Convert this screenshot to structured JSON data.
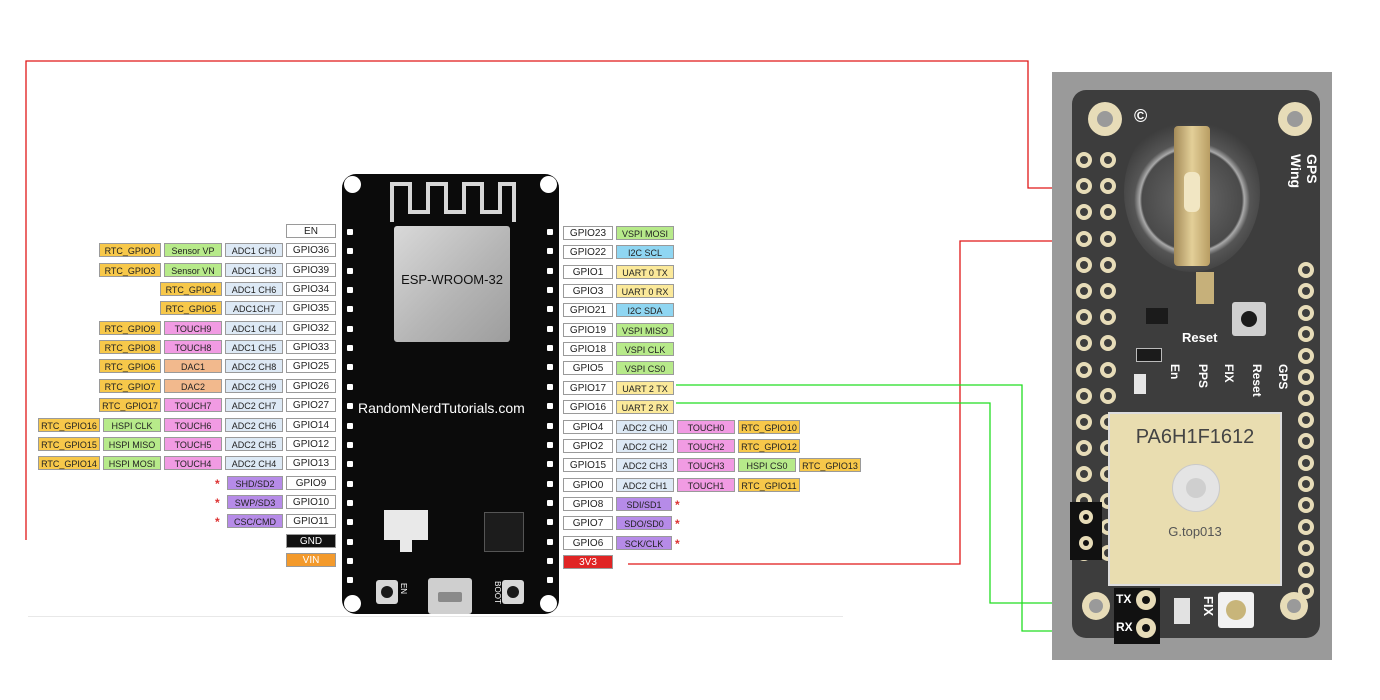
{
  "esp32": {
    "module_name": "ESP-WROOM-32",
    "site": "RandomNerdTutorials.com",
    "button_en": "EN",
    "button_boot": "BOOT"
  },
  "left_pins": [
    {
      "pin": "EN",
      "labels": []
    },
    {
      "pin": "GPIO36",
      "labels": [
        {
          "t": "ADC1 CH0",
          "k": "adc"
        },
        {
          "t": "Sensor VP",
          "k": "green"
        },
        {
          "t": "RTC_GPIO0",
          "k": "rtc"
        }
      ]
    },
    {
      "pin": "GPIO39",
      "labels": [
        {
          "t": "ADC1 CH3",
          "k": "adc"
        },
        {
          "t": "Sensor VN",
          "k": "green"
        },
        {
          "t": "RTC_GPIO3",
          "k": "rtc"
        }
      ]
    },
    {
      "pin": "GPIO34",
      "labels": [
        {
          "t": "ADC1 CH6",
          "k": "adc"
        },
        {
          "t": "RTC_GPIO4",
          "k": "rtc"
        }
      ]
    },
    {
      "pin": "GPIO35",
      "labels": [
        {
          "t": "ADC1CH7",
          "k": "adc"
        },
        {
          "t": "RTC_GPIO5",
          "k": "rtc"
        }
      ]
    },
    {
      "pin": "GPIO32",
      "labels": [
        {
          "t": "ADC1 CH4",
          "k": "adc"
        },
        {
          "t": "TOUCH9",
          "k": "touch"
        },
        {
          "t": "RTC_GPIO9",
          "k": "rtc"
        }
      ]
    },
    {
      "pin": "GPIO33",
      "labels": [
        {
          "t": "ADC1 CH5",
          "k": "adc"
        },
        {
          "t": "TOUCH8",
          "k": "touch"
        },
        {
          "t": "RTC_GPIO8",
          "k": "rtc"
        }
      ]
    },
    {
      "pin": "GPIO25",
      "labels": [
        {
          "t": "ADC2 CH8",
          "k": "adc"
        },
        {
          "t": "DAC1",
          "k": "dac"
        },
        {
          "t": "RTC_GPIO6",
          "k": "rtc"
        }
      ]
    },
    {
      "pin": "GPIO26",
      "labels": [
        {
          "t": "ADC2 CH9",
          "k": "adc"
        },
        {
          "t": "DAC2",
          "k": "dac"
        },
        {
          "t": "RTC_GPIO7",
          "k": "rtc"
        }
      ]
    },
    {
      "pin": "GPIO27",
      "labels": [
        {
          "t": "ADC2 CH7",
          "k": "adc"
        },
        {
          "t": "TOUCH7",
          "k": "touch"
        },
        {
          "t": "RTC_GPIO17",
          "k": "rtc"
        }
      ]
    },
    {
      "pin": "GPIO14",
      "labels": [
        {
          "t": "ADC2 CH6",
          "k": "adc"
        },
        {
          "t": "TOUCH6",
          "k": "touch"
        },
        {
          "t": "HSPI CLK",
          "k": "green"
        },
        {
          "t": "RTC_GPIO16",
          "k": "rtc"
        }
      ]
    },
    {
      "pin": "GPIO12",
      "labels": [
        {
          "t": "ADC2 CH5",
          "k": "adc"
        },
        {
          "t": "TOUCH5",
          "k": "touch"
        },
        {
          "t": "HSPI MISO",
          "k": "green"
        },
        {
          "t": "RTC_GPIO15",
          "k": "rtc"
        }
      ]
    },
    {
      "pin": "GPIO13",
      "labels": [
        {
          "t": "ADC2 CH4",
          "k": "adc"
        },
        {
          "t": "TOUCH4",
          "k": "touch"
        },
        {
          "t": "HSPI MOSI",
          "k": "green"
        },
        {
          "t": "RTC_GPIO14",
          "k": "rtc"
        }
      ]
    },
    {
      "pin": "GPIO9",
      "labels": [
        {
          "t": "SHD/SD2",
          "k": "flash"
        }
      ],
      "star": true
    },
    {
      "pin": "GPIO10",
      "labels": [
        {
          "t": "SWP/SD3",
          "k": "flash"
        }
      ],
      "star": true
    },
    {
      "pin": "GPIO11",
      "labels": [
        {
          "t": "CSC/CMD",
          "k": "flash"
        }
      ],
      "star": true
    },
    {
      "pin": "GND",
      "labels": [],
      "kind": "gnd"
    },
    {
      "pin": "VIN",
      "labels": [],
      "kind": "vin"
    }
  ],
  "right_pins": [
    {
      "pin": "GPIO23",
      "labels": [
        {
          "t": "VSPI MOSI",
          "k": "green"
        }
      ]
    },
    {
      "pin": "GPIO22",
      "labels": [
        {
          "t": "I2C SCL",
          "k": "i2c"
        }
      ]
    },
    {
      "pin": "GPIO1",
      "labels": [
        {
          "t": "UART 0 TX",
          "k": "uart"
        }
      ]
    },
    {
      "pin": "GPIO3",
      "labels": [
        {
          "t": "UART 0 RX",
          "k": "uart"
        }
      ]
    },
    {
      "pin": "GPIO21",
      "labels": [
        {
          "t": "I2C SDA",
          "k": "i2c"
        }
      ]
    },
    {
      "pin": "GPIO19",
      "labels": [
        {
          "t": "VSPI MISO",
          "k": "green"
        }
      ]
    },
    {
      "pin": "GPIO18",
      "labels": [
        {
          "t": "VSPI CLK",
          "k": "green"
        }
      ]
    },
    {
      "pin": "GPIO5",
      "labels": [
        {
          "t": "VSPI CS0",
          "k": "green"
        }
      ]
    },
    {
      "pin": "GPIO17",
      "labels": [
        {
          "t": "UART 2 TX",
          "k": "uart"
        }
      ]
    },
    {
      "pin": "GPIO16",
      "labels": [
        {
          "t": "UART 2 RX",
          "k": "uart"
        }
      ]
    },
    {
      "pin": "GPIO4",
      "labels": [
        {
          "t": "ADC2 CH0",
          "k": "adc"
        },
        {
          "t": "TOUCH0",
          "k": "touch"
        },
        {
          "t": "RTC_GPIO10",
          "k": "rtc"
        }
      ]
    },
    {
      "pin": "GPIO2",
      "labels": [
        {
          "t": "ADC2 CH2",
          "k": "adc"
        },
        {
          "t": "TOUCH2",
          "k": "touch"
        },
        {
          "t": "RTC_GPIO12",
          "k": "rtc"
        }
      ]
    },
    {
      "pin": "GPIO15",
      "labels": [
        {
          "t": "ADC2 CH3",
          "k": "adc"
        },
        {
          "t": "TOUCH3",
          "k": "touch"
        },
        {
          "t": "HSPI CS0",
          "k": "green"
        },
        {
          "t": "RTC_GPIO13",
          "k": "rtc"
        }
      ]
    },
    {
      "pin": "GPIO0",
      "labels": [
        {
          "t": "ADC2 CH1",
          "k": "adc"
        },
        {
          "t": "TOUCH1",
          "k": "touch"
        },
        {
          "t": "RTC_GPIO11",
          "k": "rtc"
        }
      ]
    },
    {
      "pin": "GPIO8",
      "labels": [
        {
          "t": "SDI/SD1",
          "k": "flash"
        }
      ],
      "star": true
    },
    {
      "pin": "GPIO7",
      "labels": [
        {
          "t": "SDO/SD0",
          "k": "flash"
        }
      ],
      "star": true
    },
    {
      "pin": "GPIO6",
      "labels": [
        {
          "t": "SCK/CLK",
          "k": "flash"
        }
      ],
      "star": true
    },
    {
      "pin": "3V3",
      "labels": [],
      "kind": "v33"
    }
  ],
  "label_colors": {
    "rtc": "#f7c84a",
    "green": "#b7ea8a",
    "adc": "#dde9f5",
    "touch": "#f19be3",
    "dac": "#f2b98d",
    "uart": "#fbe99a",
    "i2c": "#8fd6f2",
    "flash": "#b68be8",
    "gnd": "#111111",
    "vin": "#f39a2c",
    "v33": "#e02424"
  },
  "gps": {
    "title": "GPS Wing",
    "chip": "PA6H1F1612",
    "antenna": "G.top013",
    "reset_label": "Reset",
    "pin_labels": [
      "En",
      "PPS",
      "FIX",
      "Reset",
      "GPS"
    ],
    "tx_label": "TX",
    "rx_label": "RX",
    "fix_label": "FIX",
    "copyright": "©"
  },
  "wire_colors": {
    "power": "#e01818",
    "serial": "#22dd22"
  }
}
